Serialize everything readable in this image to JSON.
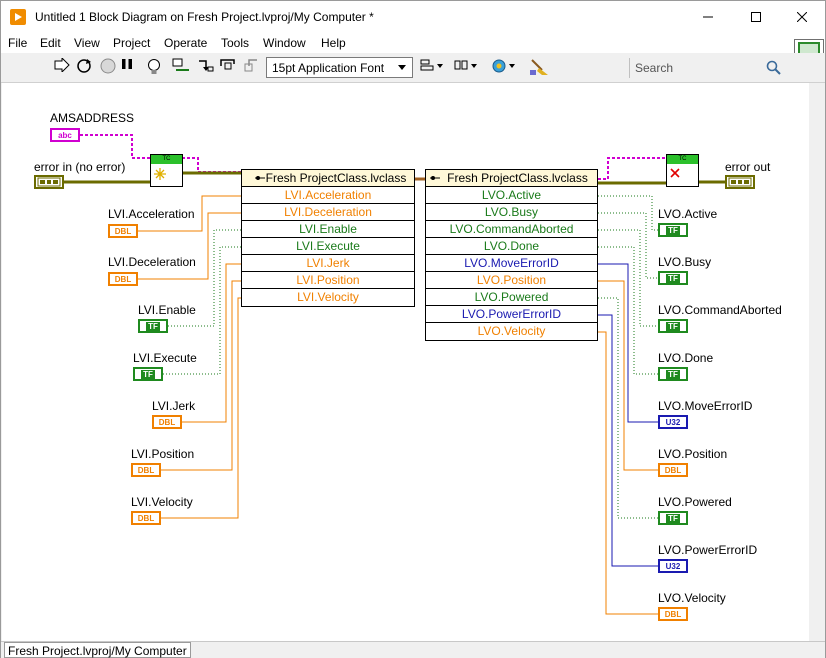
{
  "window": {
    "title": "Untitled 1 Block Diagram on Fresh Project.lvproj/My Computer *",
    "minimize_icon": "minimize-icon",
    "maximize_icon": "maximize-icon",
    "close_icon": "close-icon"
  },
  "menu": [
    "File",
    "Edit",
    "View",
    "Project",
    "Operate",
    "Tools",
    "Window",
    "Help"
  ],
  "toolbar": {
    "font": "15pt Application Font",
    "search_placeholder": "Search",
    "icons": [
      "run-icon",
      "run-continuously-icon",
      "abort-icon",
      "pause-icon",
      "highlight-execution-icon",
      "retain-wire-values-icon",
      "step-into-icon",
      "step-over-icon",
      "step-out-icon",
      "align-icon",
      "distribute-icon",
      "reorder-icon",
      "clean-up-icon",
      "search-icon"
    ]
  },
  "diagram": {
    "amsaddress": {
      "label": "AMSADDRESS",
      "type": "abc"
    },
    "error_in": {
      "label": "error in (no error)"
    },
    "error_out": {
      "label": "error out"
    },
    "tc_in": {
      "header": "TC"
    },
    "tc_out": {
      "header": "TC"
    },
    "node_in": {
      "title": "Fresh ProjectClass.lvclass",
      "rows": [
        {
          "label": "LVI.Acceleration",
          "kind": "dbl"
        },
        {
          "label": "LVI.Deceleration",
          "kind": "dbl"
        },
        {
          "label": "LVI.Enable",
          "kind": "tf"
        },
        {
          "label": "LVI.Execute",
          "kind": "tf"
        },
        {
          "label": "LVI.Jerk",
          "kind": "dbl"
        },
        {
          "label": "LVI.Position",
          "kind": "dbl"
        },
        {
          "label": "LVI.Velocity",
          "kind": "dbl"
        }
      ]
    },
    "node_out": {
      "title": "Fresh ProjectClass.lvclass",
      "rows": [
        {
          "label": "LVO.Active",
          "kind": "tf"
        },
        {
          "label": "LVO.Busy",
          "kind": "tf"
        },
        {
          "label": "LVO.CommandAborted",
          "kind": "tf"
        },
        {
          "label": "LVO.Done",
          "kind": "tf"
        },
        {
          "label": "LVO.MoveErrorID",
          "kind": "u32"
        },
        {
          "label": "LVO.Position",
          "kind": "dbl"
        },
        {
          "label": "LVO.Powered",
          "kind": "tf"
        },
        {
          "label": "LVO.PowerErrorID",
          "kind": "u32"
        },
        {
          "label": "LVO.Velocity",
          "kind": "dbl"
        }
      ]
    },
    "inputs": [
      {
        "label": "LVI.Acceleration",
        "type": "DBL"
      },
      {
        "label": "LVI.Deceleration",
        "type": "DBL"
      },
      {
        "label": "LVI.Enable",
        "type": "TF"
      },
      {
        "label": "LVI.Execute",
        "type": "TF"
      },
      {
        "label": "LVI.Jerk",
        "type": "DBL"
      },
      {
        "label": "LVI.Position",
        "type": "DBL"
      },
      {
        "label": "LVI.Velocity",
        "type": "DBL"
      }
    ],
    "outputs": [
      {
        "label": "LVO.Active",
        "type": "TF"
      },
      {
        "label": "LVO.Busy",
        "type": "TF"
      },
      {
        "label": "LVO.CommandAborted",
        "type": "TF"
      },
      {
        "label": "LVO.Done",
        "type": "TF"
      },
      {
        "label": "LVO.MoveErrorID",
        "type": "U32"
      },
      {
        "label": "LVO.Position",
        "type": "DBL"
      },
      {
        "label": "LVO.Powered",
        "type": "TF"
      },
      {
        "label": "LVO.PowerErrorID",
        "type": "U32"
      },
      {
        "label": "LVO.Velocity",
        "type": "DBL"
      }
    ]
  },
  "colors": {
    "dbl": "#f08000",
    "tf": "#1a7a1a",
    "u32": "#1a1ab0",
    "string": "#d000d0",
    "error": "#6b6b00"
  },
  "status": {
    "text": "Fresh Project.lvproj/My Computer"
  }
}
